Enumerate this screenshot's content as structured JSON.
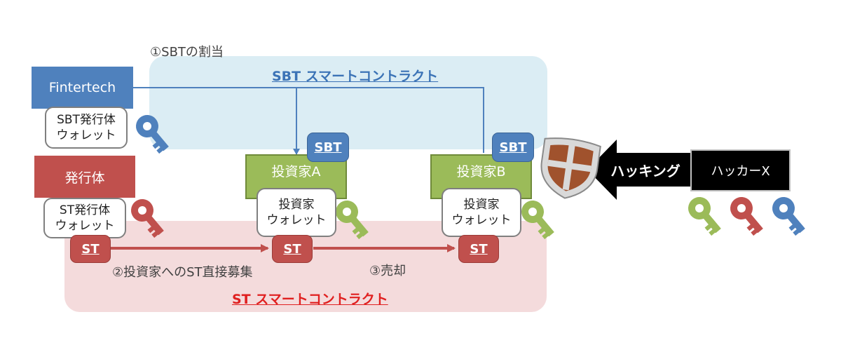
{
  "regions": {
    "sbt_contract_title": "SBT スマートコントラクト",
    "st_contract_title": "ST スマートコントラクト"
  },
  "steps": {
    "step1": "①SBTの割当",
    "step2": "②投資家へのST直接募集",
    "step3": "③売却"
  },
  "entities": {
    "fintertech": "Fintertech",
    "issuer": "発行体",
    "investor_a": "投資家A",
    "investor_b": "投資家B",
    "hacker": "ハッカーX"
  },
  "wallets": {
    "sbt_issuer_wallet": [
      "SBT発行体",
      "ウォレット"
    ],
    "st_issuer_wallet": [
      "ST発行体",
      "ウォレット"
    ],
    "investor_a_wallet": [
      "投資家",
      "ウォレット"
    ],
    "investor_b_wallet": [
      "投資家",
      "ウォレット"
    ]
  },
  "tokens": {
    "sbt": "SBT",
    "st": "ST"
  },
  "hacking_label": "ハッキング",
  "colors": {
    "blue": "#4f81bd",
    "red": "#c0504d",
    "green": "#9bbb59",
    "black": "#000000",
    "sbt_region": "#dbedf4",
    "st_region": "#f4dbdc",
    "shield_brown": "#a0522d"
  },
  "icons": [
    "key-icon-blue",
    "key-icon-red",
    "key-icon-green",
    "shield-icon",
    "arrow-left-icon"
  ]
}
